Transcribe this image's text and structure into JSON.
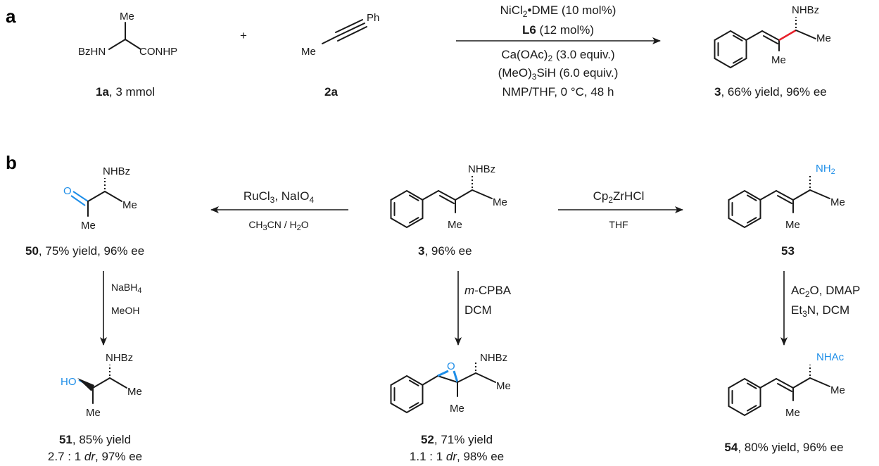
{
  "panels": {
    "a": "a",
    "b": "b"
  },
  "reactants": {
    "r1": {
      "me": "Me",
      "bzhn": "BzHN",
      "conhp": "CONHP",
      "label_num": "1a",
      "label_rest": ", 3 mmol"
    },
    "plus": "+",
    "r2": {
      "ph": "Ph",
      "me": "Me",
      "label_num": "2a"
    }
  },
  "conditions_a": {
    "line1_pre": "NiCl",
    "line1_sub": "2",
    "line1_post": "•DME (10 mol%)",
    "line2_bold": "L6",
    "line2_rest": " (12 mol%)",
    "line3_pre": "Ca(OAc)",
    "line3_sub": "2",
    "line3_post": " (3.0 equiv.)",
    "line4_pre": "(MeO)",
    "line4_sub": "3",
    "line4_post": "SiH (6.0 equiv.)",
    "line5": "NMP/THF, 0 °C, 48 h"
  },
  "product3": {
    "nhbz": "NHBz",
    "me1": "Me",
    "me2": "Me",
    "label_num": "3",
    "label_rest": ", 66% yield, 96% ee"
  },
  "center3": {
    "nhbz": "NHBz",
    "me1": "Me",
    "me2": "Me",
    "label_num": "3",
    "label_rest": ", 96% ee"
  },
  "left_arrow": {
    "line1_pre": "RuCl",
    "line1_sub": "3",
    "line1_mid": ", NaIO",
    "line1_sub2": "4",
    "line2_a": "CH",
    "line2_sub1": "3",
    "line2_b": "CN / H",
    "line2_sub2": "2",
    "line2_c": "O"
  },
  "right_arrow": {
    "line1_a": "Cp",
    "line1_sub": "2",
    "line1_b": "ZrHCl",
    "line2": "THF"
  },
  "cmpd50": {
    "o": "O",
    "nhbz": "NHBz",
    "me1": "Me",
    "me2": "Me",
    "label_num": "50",
    "label_rest": ", 75% yield, 96% ee"
  },
  "cmpd53": {
    "nh2_a": "NH",
    "nh2_sub": "2",
    "me1": "Me",
    "me2": "Me",
    "label_num": "53"
  },
  "down1": {
    "line1_a": "NaBH",
    "line1_sub": "4",
    "line2": "MeOH"
  },
  "down2": {
    "line1_i": "m",
    "line1_rest": "-CPBA",
    "line2": "DCM"
  },
  "down3": {
    "line1_a": "Ac",
    "line1_sub": "2",
    "line1_b": "O, DMAP",
    "line2_a": "Et",
    "line2_sub": "3",
    "line2_b": "N, DCM"
  },
  "cmpd51": {
    "ho": "HO",
    "nhbz": "NHBz",
    "me1": "Me",
    "me2": "Me",
    "label_num": "51",
    "label_rest": ", 85% yield",
    "line2_pre": "2.7 : 1 ",
    "line2_i": "dr",
    "line2_post": ", 97% ee"
  },
  "cmpd52": {
    "o": "O",
    "nhbz": "NHBz",
    "me1": "Me",
    "me2": "Me",
    "label_num": "52",
    "label_rest": ", 71% yield",
    "line2_pre": "1.1 : 1 ",
    "line2_i": "dr",
    "line2_post": ", 98% ee"
  },
  "cmpd54": {
    "nhac": "NHAc",
    "me1": "Me",
    "me2": "Me",
    "label_num": "54",
    "label_rest": ", 80% yield, 96% ee"
  },
  "colors": {
    "highlight_blue": "#1e8ee8",
    "highlight_red": "#e8202a"
  }
}
